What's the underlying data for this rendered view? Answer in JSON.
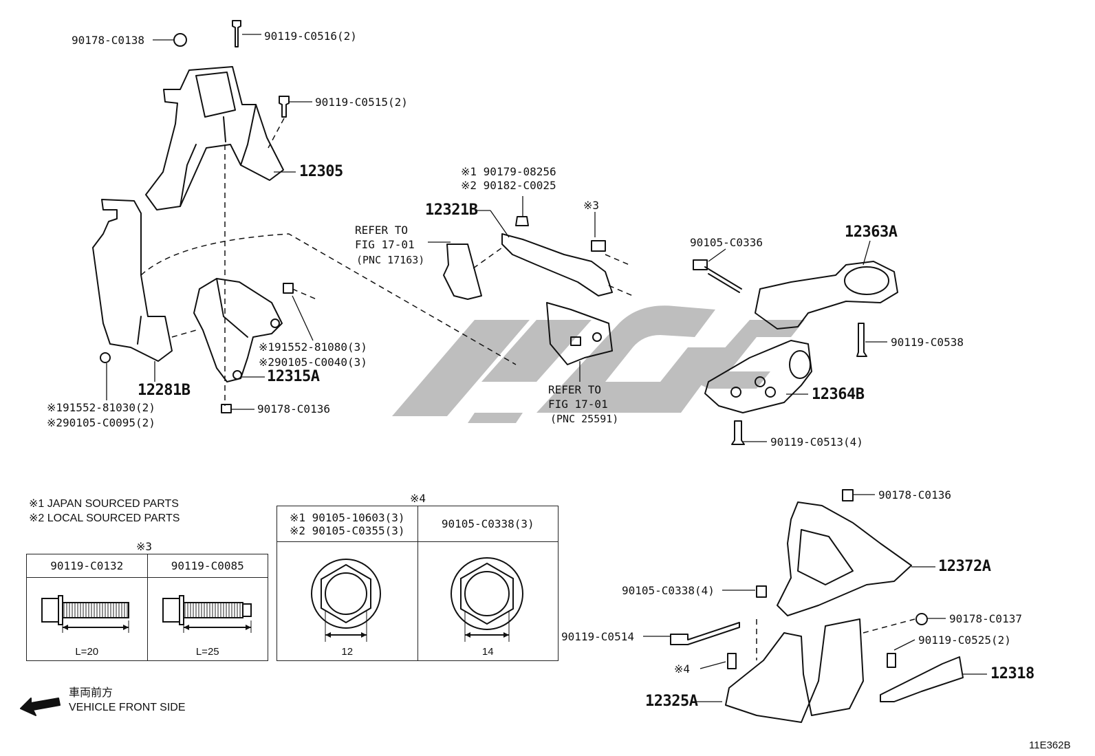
{
  "diagram_code": "11E362B",
  "watermark_colors": {
    "gray": "#b7b7b7"
  },
  "notes": {
    "n1": "※1  JAPAN SOURCED PARTS",
    "n2": "※2  LOCAL SOURCED PARTS"
  },
  "front": {
    "jp": "車両前方",
    "en": "VEHICLE FRONT SIDE"
  },
  "labels": {
    "p90178_c0138": "90178-C0138",
    "p90119_c0516": "90119-C0516(2)",
    "p90119_c0515": "90119-C0515(2)",
    "p12305": "12305",
    "p12281b": "12281B",
    "p91552_81030": "※191552-81030(2)",
    "p90105_c0095": "※290105-C0095(2)",
    "p91552_81080": "※191552-81080(3)",
    "p90105_c0040": "※290105-C0040(3)",
    "p12315a": "12315A",
    "p90178_c0136_a": "90178-C0136",
    "refer1_a": "REFER TO",
    "refer1_b": "FIG 17-01",
    "refer1_c": "(PNC 17163)",
    "p12321b": "12321B",
    "p90179_08256": "※1 90179-08256",
    "p90182_c0025": "※2 90182-C0025",
    "mark3": "※3",
    "refer2_a": "REFER TO",
    "refer2_b": "FIG 17-01",
    "refer2_c": "(PNC 25591)",
    "p90105_c0336": "90105-C0336",
    "p12363a": "12363A",
    "p90119_c0538": "90119-C0538",
    "p12364b": "12364B",
    "p90119_c0513": "90119-C0513(4)",
    "p90178_c0136_b": "90178-C0136",
    "p12372a": "12372A",
    "p90105_c0338": "90105-C0338(4)",
    "p90178_c0137": "90178-C0137",
    "p90119_c0514": "90119-C0514",
    "p90119_c0525": "90119-C0525(2)",
    "mark4": "※4",
    "p12318": "12318",
    "p12325a": "12325A"
  },
  "table3": {
    "title": "※3",
    "col1": "90119-C0132",
    "col2": "90119-C0085",
    "dim1": "L=20",
    "dim2": "L=25"
  },
  "table4": {
    "title": "※4",
    "col1_a": "※1 90105-10603(3)",
    "col1_b": "※2 90105-C0355(3)",
    "col2": "90105-C0338(3)",
    "dim1": "12",
    "dim2": "14"
  }
}
